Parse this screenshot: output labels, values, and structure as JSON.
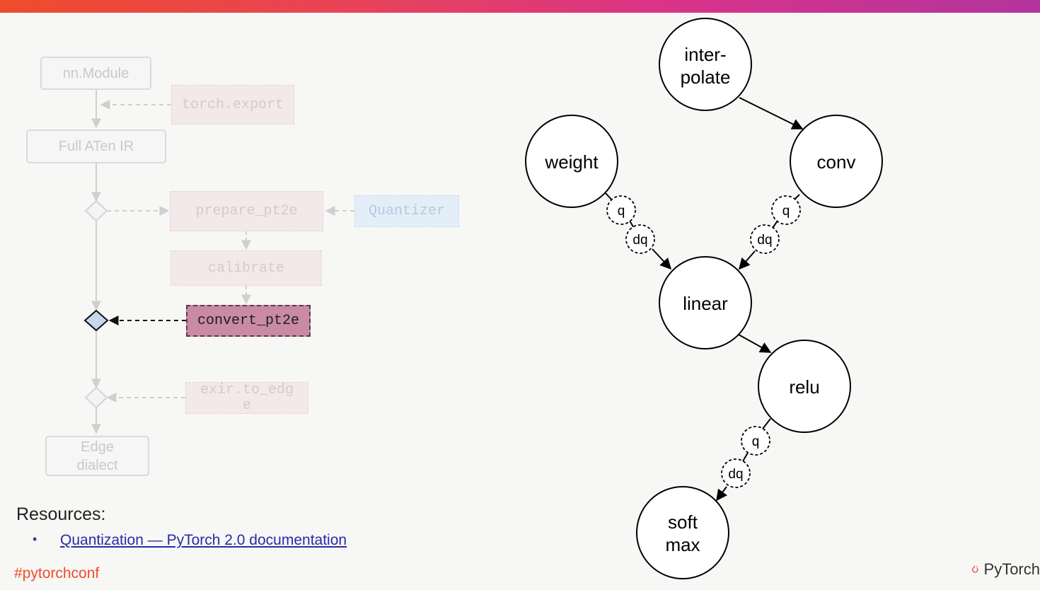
{
  "pipeline": {
    "nodes": {
      "nn_module": "nn.Module",
      "torch_export": "torch.export",
      "full_aten_ir": "Full ATen IR",
      "prepare_pt2e": "prepare_pt2e",
      "quantizer": "Quantizer",
      "calibrate": "calibrate",
      "convert_pt2e": "convert_pt2e",
      "exir_to_edge_line1": "exir.to_edg",
      "exir_to_edge_line2": "e",
      "edge_dialect_line1": "Edge",
      "edge_dialect_line2": "dialect"
    }
  },
  "graph": {
    "nodes": {
      "interpolate_line1": "inter-",
      "interpolate_line2": "polate",
      "weight": "weight",
      "conv": "conv",
      "linear": "linear",
      "relu": "relu",
      "softmax_line1": "soft",
      "softmax_line2": "max"
    },
    "q_label": "q",
    "dq_label": "dq"
  },
  "resources": {
    "heading": "Resources:",
    "bullet": "•",
    "link_text": "Quantization — PyTorch 2.0 documentation"
  },
  "footer": {
    "hashtag": "#pytorchconf",
    "brand": "PyTorch"
  },
  "colors": {
    "pytorch_orange": "#ee4c2c",
    "active_node": "#c98aa4",
    "quantizer_blue": "#e3eef9"
  }
}
